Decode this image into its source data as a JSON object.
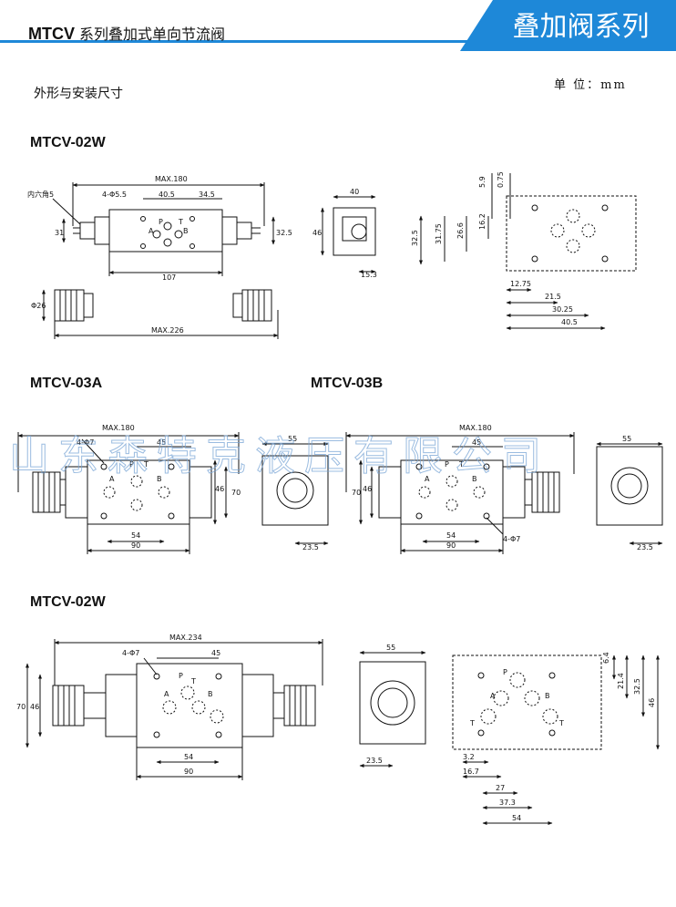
{
  "header": {
    "model": "MTCV",
    "description": "系列叠加式单向节流阀",
    "series_title": "叠加阀系列",
    "accent_color": "#1e88d8"
  },
  "unit_label": "单 位：mm",
  "section_label": "外形与安装尺寸",
  "watermark": "山东森特克液压有限公司",
  "models": {
    "m1": "MTCV-02W",
    "m2": "MTCV-03A",
    "m3": "MTCV-03B",
    "m4": "MTCV-02W"
  },
  "dims": {
    "d02": {
      "max180": "MAX.180",
      "hex": "内六角5",
      "holes": "4-Φ5.5",
      "d40_5": "40.5",
      "d34_5": "34.5",
      "d31": "31",
      "d32_5": "32.5",
      "d107": "107",
      "d26": "Φ26",
      "max226": "MAX.226",
      "sv40": "40",
      "sv46": "46",
      "sv15_3": "15.3",
      "p5_9": "5.9",
      "p0_75": "0.75",
      "p32_5": "32.5",
      "p31_75": "31.75",
      "p26_6": "26.6",
      "p16_2": "16.2",
      "p12_75": "12.75",
      "p21_5": "21.5",
      "p30_25": "30.25",
      "p40_5": "40.5"
    },
    "d03a": {
      "max180": "MAX.180",
      "holes": "4-Φ7",
      "d45": "45",
      "d70": "70",
      "d46": "46",
      "d54": "54",
      "d90": "90",
      "sv55": "55",
      "sv23_5": "23.5"
    },
    "d03b": {
      "max180": "MAX.180",
      "d45": "45",
      "d70": "70",
      "d46": "46",
      "d54": "54",
      "d90": "90",
      "holes": "4-Φ7",
      "sv55": "55",
      "sv23_5": "23.5"
    },
    "d02w2": {
      "max234": "MAX.234",
      "holes": "4-Φ7",
      "d45": "45",
      "d70": "70",
      "d46": "46",
      "d54": "54",
      "d90": "90",
      "sv55": "55",
      "sv23_5": "23.5",
      "p6_4": "6.4",
      "p21_4": "21.4",
      "p32_5": "32.5",
      "p46": "46",
      "p3_2": "3.2",
      "p16_7": "16.7",
      "p27": "27",
      "p37_3": "37.3",
      "p54": "54"
    }
  },
  "ports": {
    "p": "P",
    "t": "T",
    "a": "A",
    "b": "B"
  }
}
